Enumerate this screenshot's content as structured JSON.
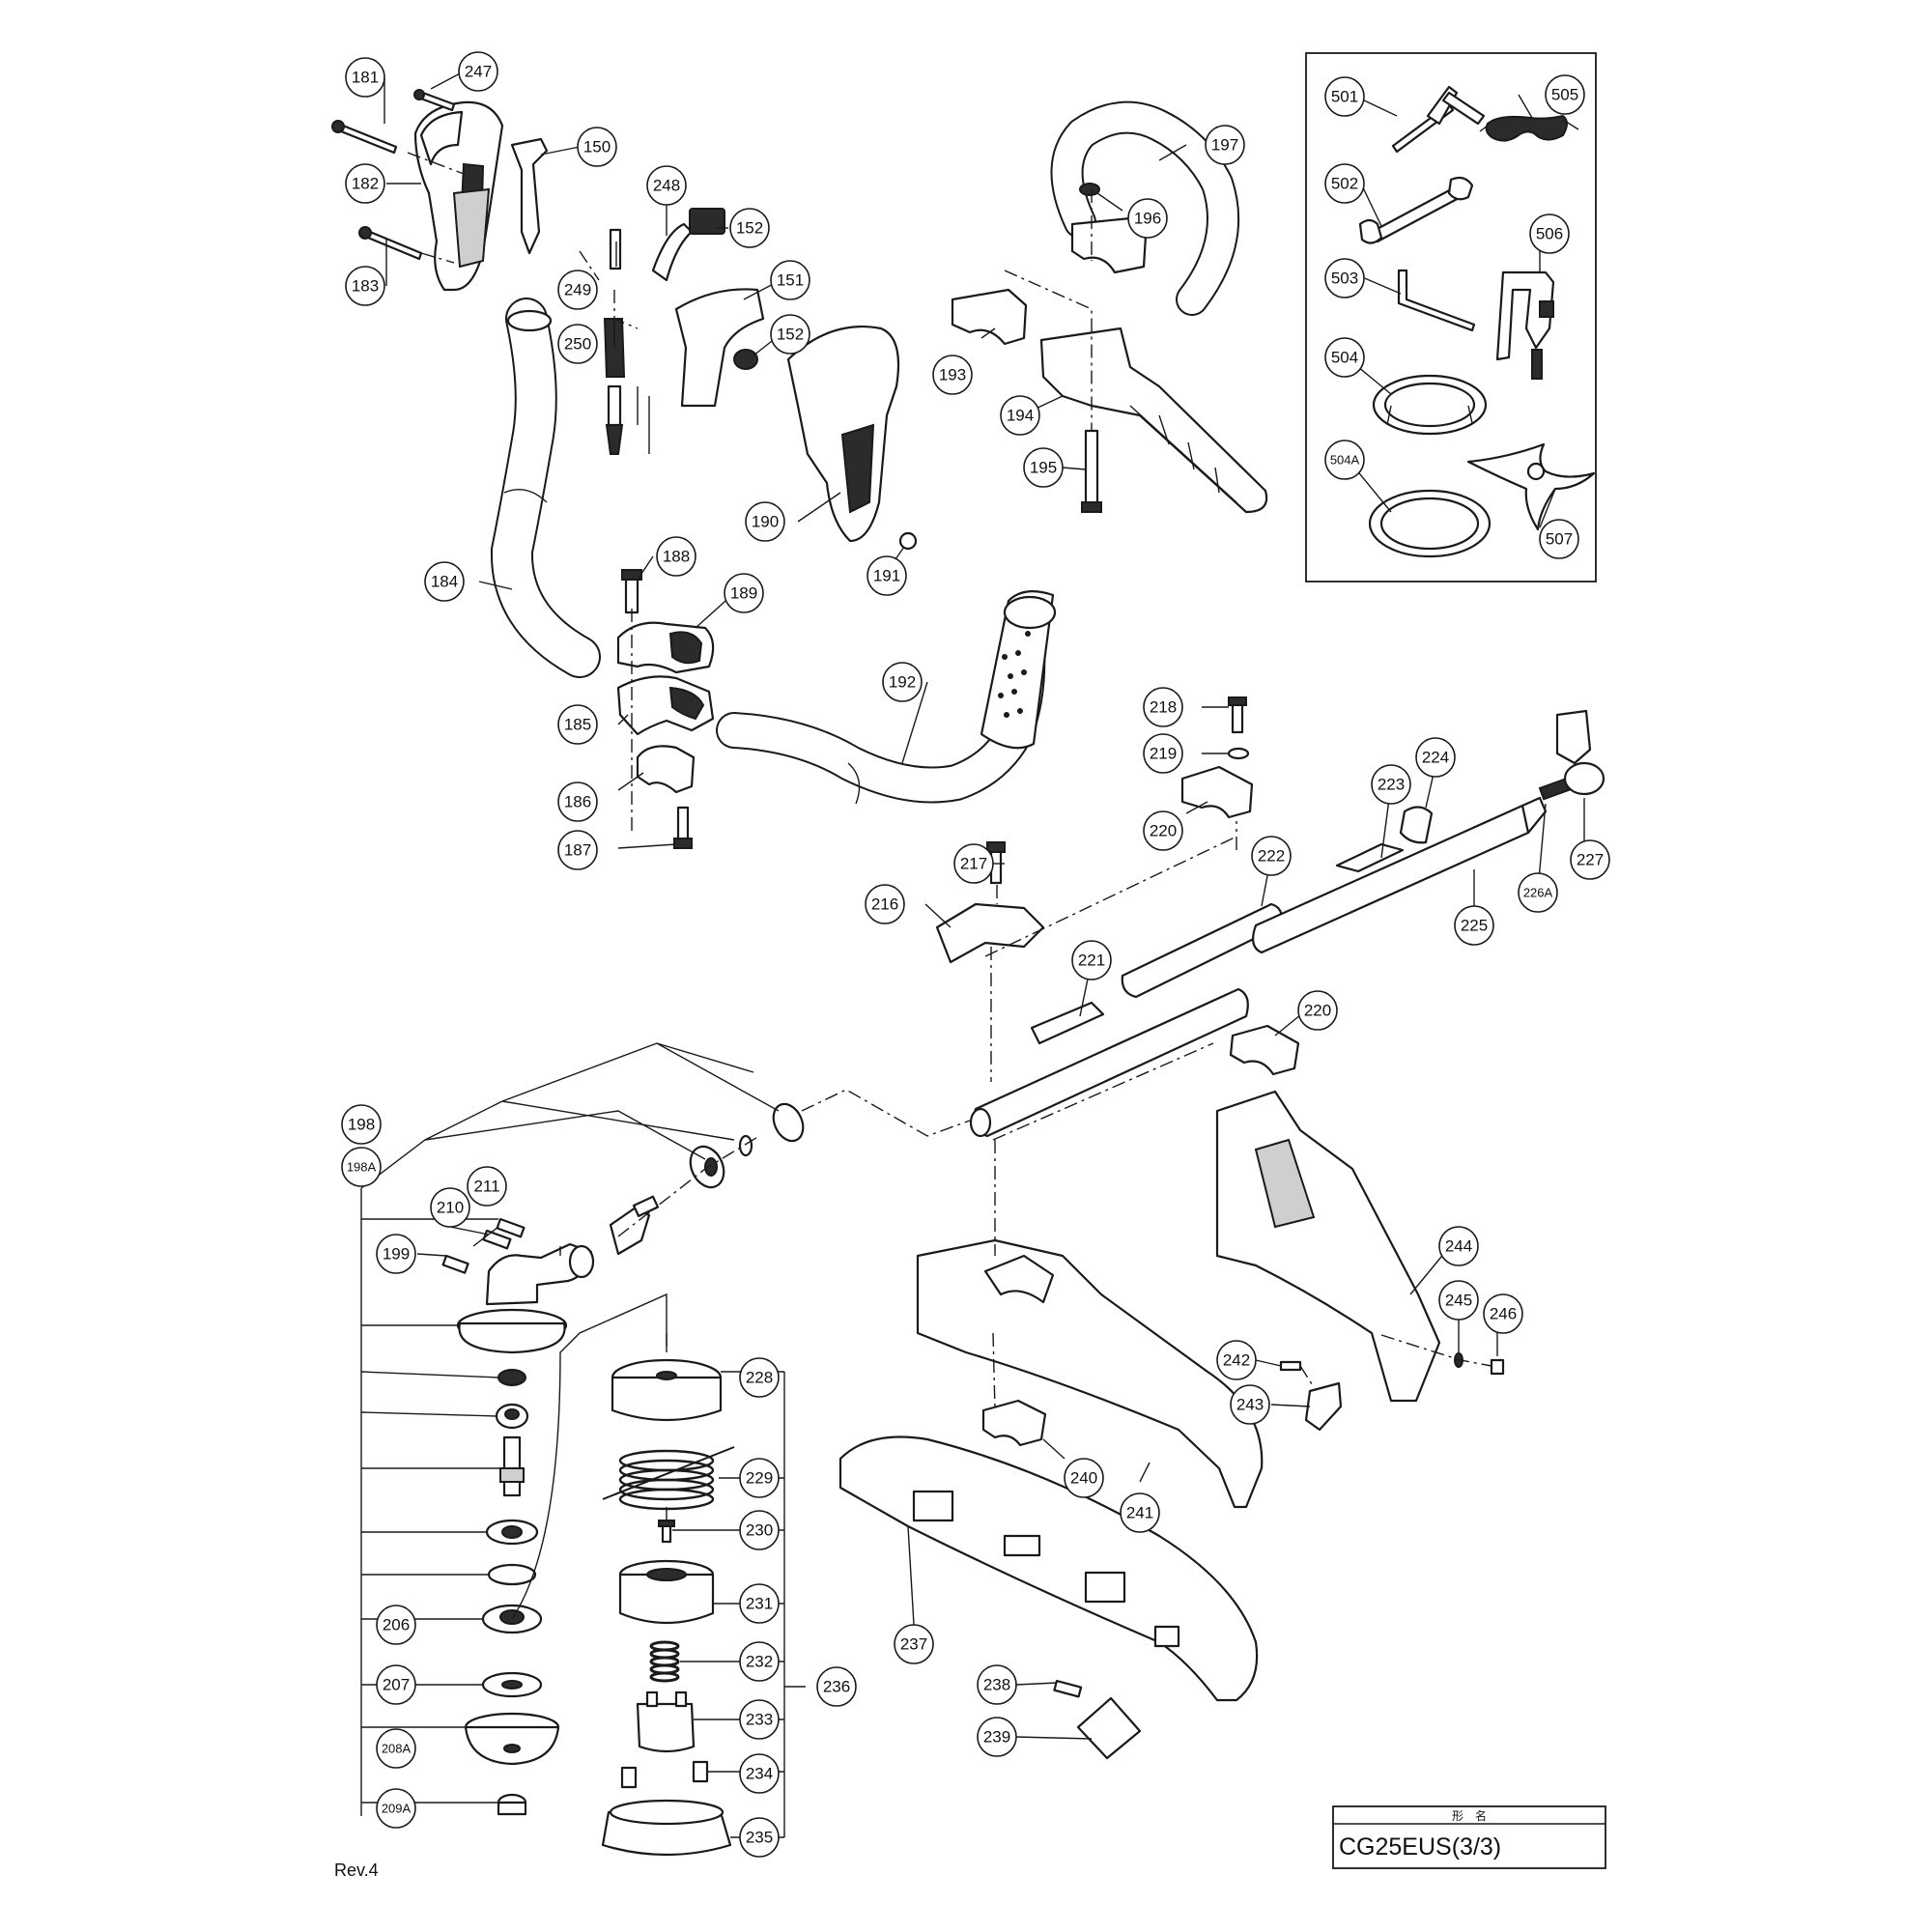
{
  "title_block": {
    "header": "形　名",
    "model": "CG25EUS(3/3)"
  },
  "revision": "Rev.4",
  "parts": [
    {
      "id": "p181",
      "label": "181"
    },
    {
      "id": "p247",
      "label": "247"
    },
    {
      "id": "p182",
      "label": "182"
    },
    {
      "id": "p150",
      "label": "150"
    },
    {
      "id": "p183",
      "label": "183"
    },
    {
      "id": "p248",
      "label": "248"
    },
    {
      "id": "p152a",
      "label": "152"
    },
    {
      "id": "p249",
      "label": "249"
    },
    {
      "id": "p151",
      "label": "151"
    },
    {
      "id": "p250",
      "label": "250"
    },
    {
      "id": "p152b",
      "label": "152"
    },
    {
      "id": "p190",
      "label": "190"
    },
    {
      "id": "p191",
      "label": "191"
    },
    {
      "id": "p184",
      "label": "184"
    },
    {
      "id": "p188",
      "label": "188"
    },
    {
      "id": "p189",
      "label": "189"
    },
    {
      "id": "p185",
      "label": "185"
    },
    {
      "id": "p186",
      "label": "186"
    },
    {
      "id": "p187",
      "label": "187"
    },
    {
      "id": "p192",
      "label": "192"
    },
    {
      "id": "p197",
      "label": "197"
    },
    {
      "id": "p196",
      "label": "196"
    },
    {
      "id": "p193",
      "label": "193"
    },
    {
      "id": "p194",
      "label": "194"
    },
    {
      "id": "p195",
      "label": "195"
    },
    {
      "id": "p501",
      "label": "501"
    },
    {
      "id": "p505",
      "label": "505"
    },
    {
      "id": "p502",
      "label": "502"
    },
    {
      "id": "p506",
      "label": "506"
    },
    {
      "id": "p503",
      "label": "503"
    },
    {
      "id": "p504",
      "label": "504"
    },
    {
      "id": "p504A",
      "label": "504A"
    },
    {
      "id": "p507",
      "label": "507"
    },
    {
      "id": "p218",
      "label": "218"
    },
    {
      "id": "p219",
      "label": "219"
    },
    {
      "id": "p220a",
      "label": "220"
    },
    {
      "id": "p224",
      "label": "224"
    },
    {
      "id": "p223",
      "label": "223"
    },
    {
      "id": "p217",
      "label": "217"
    },
    {
      "id": "p222",
      "label": "222"
    },
    {
      "id": "p216",
      "label": "216"
    },
    {
      "id": "p227",
      "label": "227"
    },
    {
      "id": "p226A",
      "label": "226A"
    },
    {
      "id": "p225",
      "label": "225"
    },
    {
      "id": "p221",
      "label": "221"
    },
    {
      "id": "p220b",
      "label": "220"
    },
    {
      "id": "p198",
      "label": "198"
    },
    {
      "id": "p198A",
      "label": "198A"
    },
    {
      "id": "p211",
      "label": "211"
    },
    {
      "id": "p210",
      "label": "210"
    },
    {
      "id": "p199",
      "label": "199"
    },
    {
      "id": "p244",
      "label": "244"
    },
    {
      "id": "p245",
      "label": "245"
    },
    {
      "id": "p246",
      "label": "246"
    },
    {
      "id": "p242",
      "label": "242"
    },
    {
      "id": "p243",
      "label": "243"
    },
    {
      "id": "p228",
      "label": "228"
    },
    {
      "id": "p229",
      "label": "229"
    },
    {
      "id": "p230",
      "label": "230"
    },
    {
      "id": "p231",
      "label": "231"
    },
    {
      "id": "p232",
      "label": "232"
    },
    {
      "id": "p233",
      "label": "233"
    },
    {
      "id": "p234",
      "label": "234"
    },
    {
      "id": "p235",
      "label": "235"
    },
    {
      "id": "p236",
      "label": "236"
    },
    {
      "id": "p240",
      "label": "240"
    },
    {
      "id": "p241",
      "label": "241"
    },
    {
      "id": "p237",
      "label": "237"
    },
    {
      "id": "p238",
      "label": "238"
    },
    {
      "id": "p239",
      "label": "239"
    },
    {
      "id": "p206",
      "label": "206"
    },
    {
      "id": "p207",
      "label": "207"
    },
    {
      "id": "p208A",
      "label": "208A"
    },
    {
      "id": "p209A",
      "label": "209A"
    }
  ]
}
